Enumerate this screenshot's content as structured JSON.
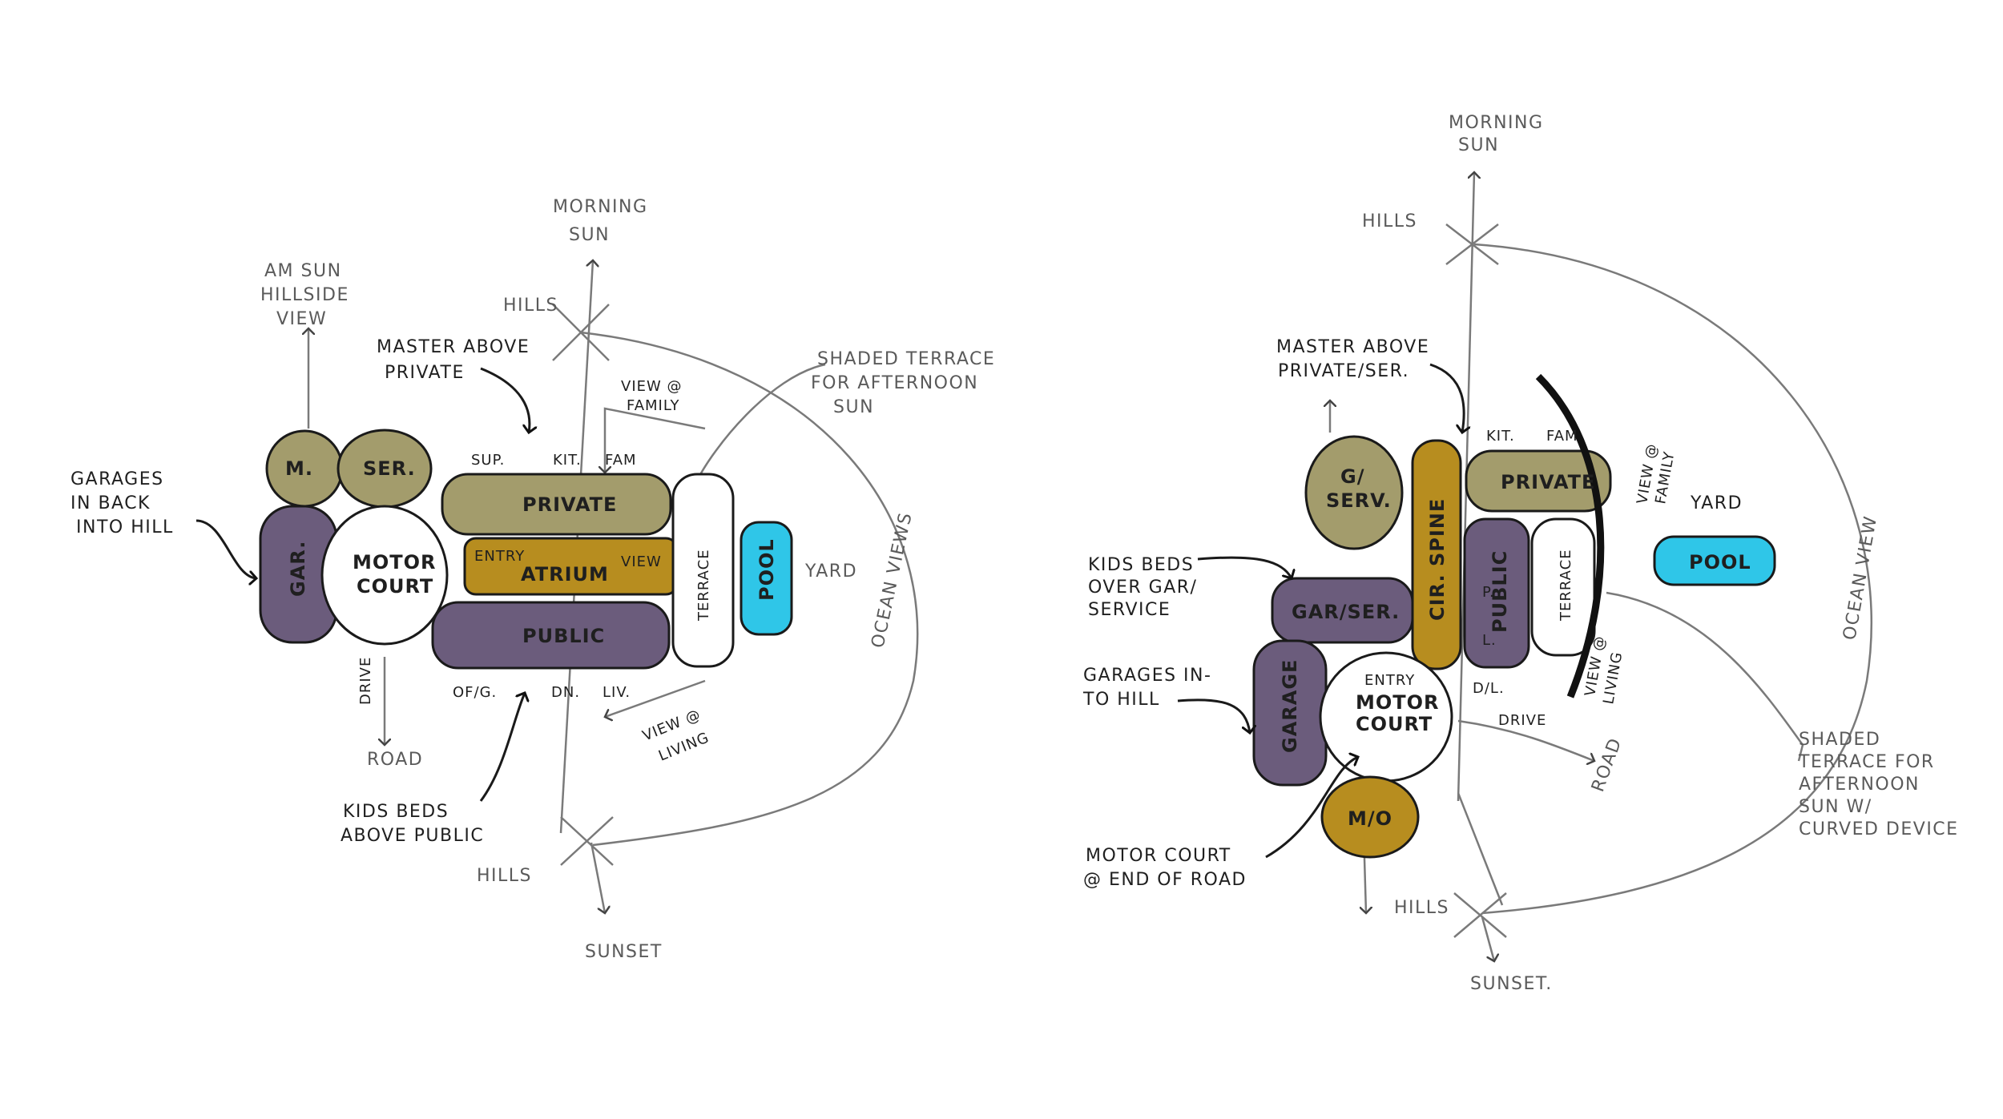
{
  "colors": {
    "olive": "#a39c6c",
    "purple": "#6b5c7c",
    "amber": "#b78d1f",
    "cyan": "#2fc6e8",
    "ink": "#1a1a1a",
    "pencil": "#7a7a7a"
  },
  "left": {
    "morning_sun": [
      "MORNING",
      "SUN"
    ],
    "hills_top": "HILLS",
    "hills_bottom": "HILLS",
    "sunset": "SUNSET",
    "am_sun": [
      "AM SUN",
      "HILLSIDE",
      "VIEW"
    ],
    "master": [
      "MASTER ABOVE",
      "PRIVATE"
    ],
    "shaded": [
      "SHADED TERRACE",
      "FOR AFTERNOON",
      "SUN"
    ],
    "view_family": [
      "VIEW @",
      "FAMILY"
    ],
    "garages": [
      "GARAGES",
      "IN BACK",
      "INTO HILL"
    ],
    "drive": "DRIVE",
    "road": "ROAD",
    "kids": [
      "KIDS BEDS",
      "ABOVE PUBLIC"
    ],
    "view_living": [
      "VIEW @",
      "LIVING"
    ],
    "ocean_views": "OCEAN VIEWS",
    "yard": "YARD",
    "rooms": {
      "m": "M.",
      "ser": "SER.",
      "gar": "GAR.",
      "motor": [
        "MOTOR",
        "COURT"
      ],
      "private": "PRIVATE",
      "atrium": "ATRIUM",
      "entry": "ENTRY",
      "view": "VIEW",
      "public": "PUBLIC",
      "terrace": "TERRACE",
      "pool": "POOL"
    },
    "top_row": [
      "SUP.",
      "KIT.",
      "FAM"
    ],
    "bottom_row": [
      "OF/G.",
      "DN.",
      "LIV."
    ]
  },
  "right": {
    "morning_sun": [
      "MORNING",
      "SUN"
    ],
    "hills_top": "HILLS",
    "hills_bottom": "HILLS",
    "sunset": "SUNSET.",
    "master": [
      "MASTER ABOVE",
      "PRIVATE/SER."
    ],
    "kids": [
      "KIDS BEDS",
      "OVER GAR/",
      "SERVICE"
    ],
    "garages": [
      "GARAGES IN-",
      "TO HILL"
    ],
    "motor_court_road": [
      "MOTOR COURT",
      "@ END OF ROAD"
    ],
    "drive": "DRIVE",
    "road": "ROAD",
    "view_family": [
      "VIEW @",
      "FAMILY"
    ],
    "view_living": [
      "VIEW @",
      "LIVING"
    ],
    "yard": "YARD",
    "ocean_view": "OCEAN VIEW",
    "shaded": [
      "SHADED",
      "TERRACE FOR",
      "AFTERNOON",
      "SUN W/",
      "CURVED DEVICE"
    ],
    "rooms": {
      "g_serv": [
        "G/",
        "SERV."
      ],
      "cir_spine": "CIR. SPINE",
      "private": "PRIVATE",
      "kit": "KIT.",
      "fam": "FAM",
      "public": "PUBLIC",
      "p": "P.",
      "l": "L.",
      "dl": "D/L.",
      "terrace": "TERRACE",
      "gar_ser": "GAR/SER.",
      "garage": "GARAGE",
      "entry": "ENTRY",
      "motor": [
        "MOTOR",
        "COURT"
      ],
      "mo": "M/O",
      "pool": "POOL"
    }
  }
}
